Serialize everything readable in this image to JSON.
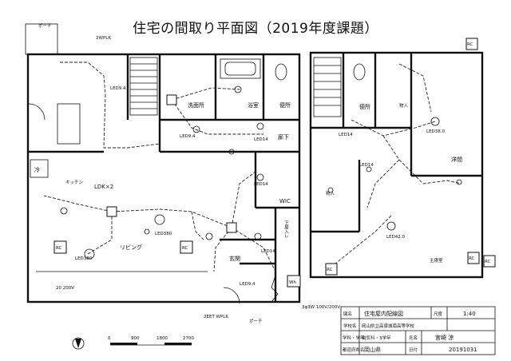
{
  "title": "住宅の間取り平面図（2019年度課題）",
  "rooms": {
    "porch_top": "ポーチ",
    "washroom": "洗面所",
    "bathroom": "浴室",
    "toilet1": "便所",
    "hallway": "廊下",
    "kitchen": "キッチン",
    "living": "リビング",
    "ldk": "LDK",
    "wic": "WIC",
    "entrance": "玄関",
    "porch_bottom": "ポーチ",
    "under_stairs": "下屋入レ",
    "toilet2": "便所",
    "storage": "物入",
    "western": "洋間",
    "master": "主寝室",
    "cold": "冷"
  },
  "labels": {
    "wp_top": "2WPLK",
    "led_a": "LED9.4",
    "led_b": "LED9.4",
    "led_c": "LED14",
    "led_d": "LED14",
    "led_e": "LED14",
    "led_f": "LED380",
    "led_g": "LED380",
    "led_h": "LED42.0",
    "led_i": "LED38.0",
    "led_j": "LED14",
    "led_k": "LED9.4",
    "led_l": "LED14",
    "ldk_lamp": "LDK×2",
    "ac": "20 200V",
    "service": "3φ3W 100V/200V",
    "wh": "Wh",
    "rc1": "RC",
    "rc2": "RC",
    "rc3": "RC",
    "rc4": "RC",
    "rc5": "RC",
    "rc6": "RC",
    "wp_bottom": "2EET WPLK"
  },
  "scale": {
    "ticks": [
      "0",
      "900",
      "1800",
      "2700"
    ]
  },
  "title_block": {
    "name_label": "図名",
    "name_value": "住宅屋内配線図",
    "scale_label": "尺度",
    "scale_value": "1:40",
    "school_label": "学校名",
    "school_value": "岡山県立高梁城南高等学校",
    "dept_label": "学科・学年",
    "dept_value": "電気科・3学年",
    "person_label": "氏名",
    "person_value": "宮崎 涼",
    "pref_label": "都道府県名",
    "pref_value": "岡山県",
    "date_label": "日付",
    "date_value": "20191031"
  }
}
